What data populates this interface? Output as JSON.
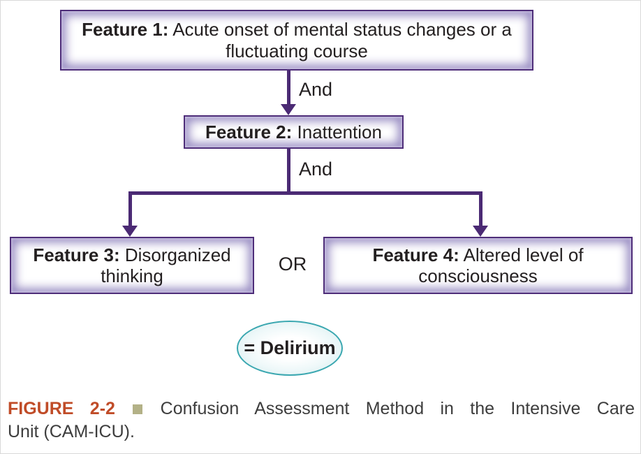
{
  "diagram": {
    "nodes": [
      {
        "bold": "Feature 1:",
        "text": " Acute onset of mental status changes or a fluctuating course"
      },
      {
        "bold": "Feature 2:",
        "text": " Inattention"
      },
      {
        "bold": "Feature 3:",
        "text": " Disorganized thinking"
      },
      {
        "bold": "Feature 4:",
        "text": " Altered level of consciousness"
      }
    ],
    "labels": {
      "and1": "And",
      "and2": "And",
      "or": "OR"
    },
    "result": "= Delirium",
    "colors": {
      "box_border": "#4e2d79",
      "box_bevel": "#9488c0",
      "connector": "#4b2a74",
      "ellipse_border": "#3aa7b0",
      "ellipse_fill_edge": "#cfeaec"
    }
  },
  "caption": {
    "label": "FIGURE 2-2",
    "label_color": "#c04c28",
    "bullet_color": "#b3b187",
    "line1": "Confusion Assessment Method in the Intensive Care",
    "line2": "Unit (CAM-ICU)."
  }
}
